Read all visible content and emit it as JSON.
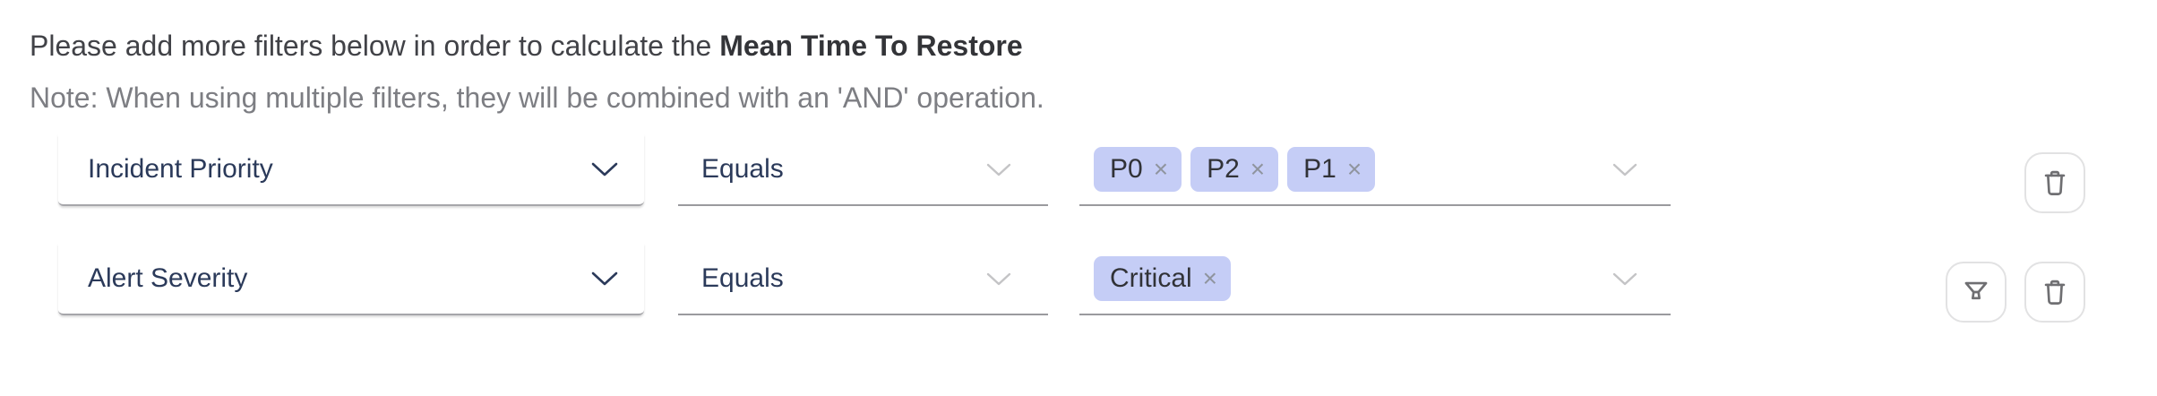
{
  "header": {
    "intro": "Please add more filters below in order to calculate the ",
    "metric": "Mean Time To Restore",
    "note": "Note: When using multiple filters, they will be combined with an 'AND' operation."
  },
  "filters": [
    {
      "attribute": "Incident Priority",
      "operator": "Equals",
      "values": [
        "P0",
        "P2",
        "P1"
      ]
    },
    {
      "attribute": "Alert Severity",
      "operator": "Equals",
      "values": [
        "Critical"
      ]
    }
  ],
  "icons": {
    "remove_tag": "×"
  },
  "colors": {
    "tag_background": "#c5cdf6",
    "attribute_text": "#2b3a5a",
    "note_text": "#7d7e83",
    "underline": "#9a9a9e",
    "muted_chevron": "#c4c4c6"
  }
}
